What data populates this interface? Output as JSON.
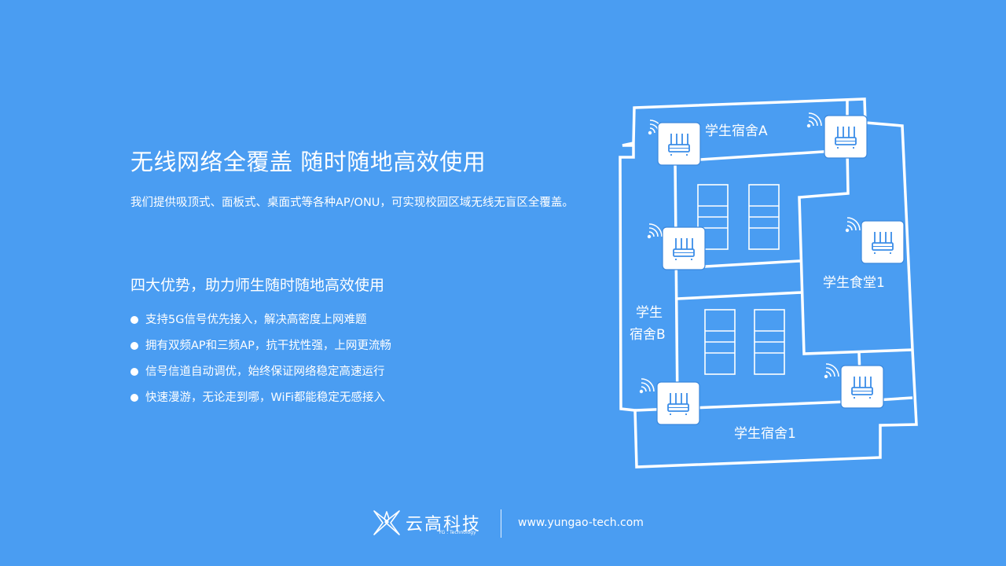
{
  "main": {
    "title": "无线网络全覆盖 随时随地高效使用",
    "description": "我们提供吸顶式、面板式、桌面式等各种AP/ONU，可实现校园区域无线无盲区全覆盖。",
    "subtitle": "四大优势，助力师生随时随地高效使用",
    "bullets": [
      "支持5G信号优先接入，解决高密度上网难题",
      "拥有双频AP和三频AP，抗干扰性强，上网更流畅",
      "信号信道自动调优，始终保证网络稳定高速运行",
      "快速漫游，无论走到哪，WiFi都能稳定无感接入"
    ]
  },
  "floorplan": {
    "rooms": {
      "dorm_a": "学生宿舍A",
      "canteen": "学生食堂1",
      "dorm_b_line1": "学生",
      "dorm_b_line2": "宿舍B",
      "dorm_1": "学生宿舍1"
    },
    "icons": {
      "router": "router-icon",
      "wifi": "wifi-signal-icon"
    }
  },
  "footer": {
    "logo_text": "云高科技",
    "logo_sub": "YG . Technology",
    "url": "www.yungao-tech.com"
  },
  "colors": {
    "background": "#4a9df2",
    "foreground": "#ffffff",
    "router_blue": "#3b8de8"
  }
}
